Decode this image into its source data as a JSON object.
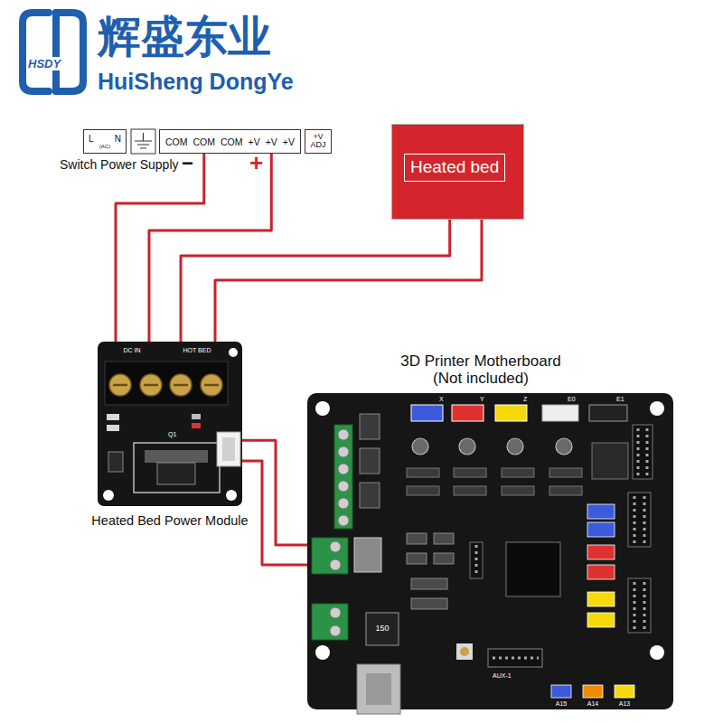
{
  "diagram": {
    "nodes": [
      {
        "text": [
          "L",
          "N",
          "(AC)"
        ]
      },
      {
        "text": [
          "COM",
          "COM",
          "COM",
          "+V",
          "+V",
          "+V"
        ]
      },
      {
        "text": [
          "+V",
          "ADJ"
        ]
      },
      {
        "text": [
          "Heated bed"
        ]
      },
      {
        "text": [
          "Heated Bed Power Module"
        ]
      },
      {
        "text": [
          "3D Printer Motherboard (Not included)"
        ]
      }
    ],
    "edges": [
      {
        "from": 1,
        "to": 4,
        "arrow": "none"
      },
      {
        "from": 1,
        "to": 4,
        "arrow": "none"
      },
      {
        "from": 4,
        "to": 3,
        "arrow": "none"
      },
      {
        "from": 4,
        "to": 3,
        "arrow": "none"
      },
      {
        "from": 4,
        "to": 5,
        "arrow": "none"
      },
      {
        "from": 4,
        "to": 5,
        "arrow": "none"
      }
    ],
    "labels": [
      "HSDY",
      "辉盛东业",
      "HuiSheng DongYe",
      "Switch Power Supply",
      "−",
      "+",
      "DC IN",
      "HOT BED",
      "Q1",
      "X",
      "Y",
      "Z",
      "E0",
      "E1",
      "150",
      "AUX-1",
      "A15",
      "A14",
      "A13"
    ]
  }
}
